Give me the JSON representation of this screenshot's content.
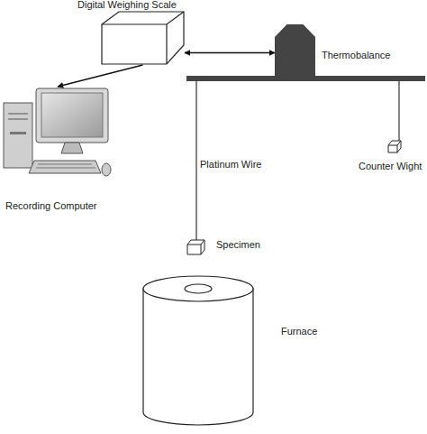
{
  "diagram": {
    "nodes": [
      {
        "text": [
          "Digital Weighing Scale"
        ]
      },
      {
        "text": [
          "Thermobalance"
        ]
      },
      {
        "text": [
          "Recording Computer"
        ]
      },
      {
        "text": [
          "Specimen"
        ]
      },
      {
        "text": [
          "Counter Wight"
        ]
      },
      {
        "text": [
          "Furnace"
        ]
      }
    ],
    "edges": [
      {
        "from": 0,
        "to": 2,
        "arrow": "to"
      },
      {
        "from": 0,
        "to": 1,
        "arrow": "both"
      }
    ],
    "labels": [
      "Platinum Wire"
    ]
  }
}
